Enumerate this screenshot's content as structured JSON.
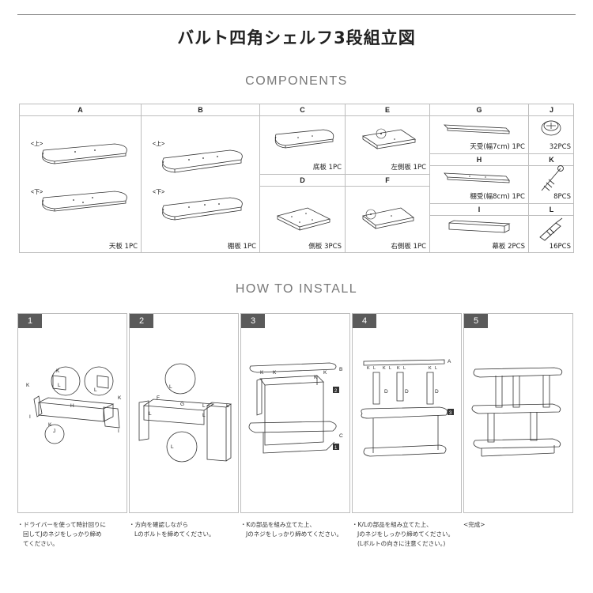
{
  "title": "バルト四角シェルフ3段組立図",
  "components_heading": "COMPONENTS",
  "install_heading": "HOW TO INSTALL",
  "components": {
    "A": {
      "letter": "A",
      "top_label": "<上>",
      "bottom_label": "<下>",
      "caption": "天板 1PC"
    },
    "B": {
      "letter": "B",
      "top_label": "<上>",
      "bottom_label": "<下>",
      "caption": "棚板 1PC"
    },
    "C": {
      "letter": "C",
      "caption": "底板 1PC"
    },
    "D": {
      "letter": "D",
      "caption": "側板 3PCS"
    },
    "E": {
      "letter": "E",
      "caption": "左側板 1PC"
    },
    "F": {
      "letter": "F",
      "caption": "右側板 1PC"
    },
    "G": {
      "letter": "G",
      "caption": "天受(幅7cm) 1PC"
    },
    "H": {
      "letter": "H",
      "caption": "棚受(幅8cm) 1PC"
    },
    "I": {
      "letter": "I",
      "caption": "幕板 2PCS"
    },
    "J": {
      "letter": "J",
      "caption": "32PCS"
    },
    "K": {
      "letter": "K",
      "caption": "8PCS"
    },
    "L": {
      "letter": "L",
      "caption": "16PCS"
    }
  },
  "steps": [
    {
      "num": "1",
      "note": [
        "・ドライバーを使って時計回りに",
        "回してJのネジをしっかり締め",
        "てください。"
      ]
    },
    {
      "num": "2",
      "note": [
        "・方向を確認しながら",
        "Lのボルトを締めてください。"
      ]
    },
    {
      "num": "3",
      "note": [
        "・Kの部品を組み立てた上、",
        "Jのネジをしっかり締めてください。"
      ]
    },
    {
      "num": "4",
      "note": [
        "・K/Lの部品を組み立てた上、",
        "Jのネジをしっかり締めてください。",
        "(Lボルトの向きに注意ください。)"
      ]
    },
    {
      "num": "5",
      "note": [
        "<完成>"
      ]
    }
  ],
  "diagram_labels": {
    "s1": {
      "k1": "K",
      "k2": "K",
      "k3": "K",
      "l1": "L",
      "l2": "L",
      "h": "H",
      "i1": "I",
      "i2": "I",
      "j": "J",
      "k4": "K"
    },
    "s2": {
      "f": "F",
      "g": "G",
      "e": "E",
      "l1": "L",
      "l2": "L",
      "l3": "L",
      "l4": "L",
      "l5": "L"
    },
    "s3": {
      "k1": "K",
      "k2": "K",
      "k3": "K",
      "k4": "K",
      "b": "B",
      "c": "C",
      "m2": "2",
      "m1": "1"
    },
    "s4": {
      "a": "A",
      "d1": "D",
      "d2": "D",
      "d3": "D",
      "m3": "3",
      "kl": [
        "K",
        "L",
        "K",
        "L",
        "K",
        "L",
        "K",
        "L"
      ]
    }
  },
  "colors": {
    "badge": "#5a5a5a",
    "line": "#333333",
    "grid": "#bdbdbd"
  }
}
